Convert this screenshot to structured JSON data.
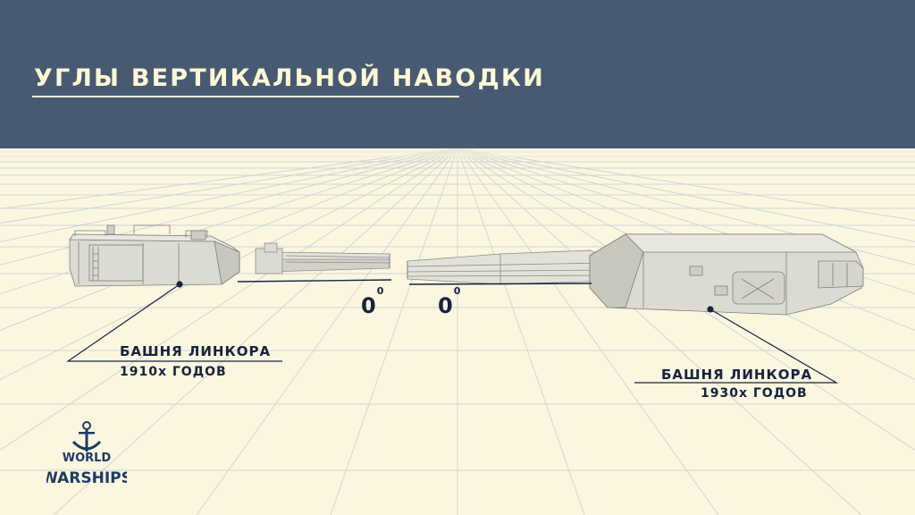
{
  "header": {
    "title": "УГЛЫ ВЕРТИКАЛЬНОЙ НАВОДКИ",
    "background_color": "#475a72",
    "title_color": "#fff7d6"
  },
  "turret_left": {
    "label_line1": "БАШНЯ ЛИНКОРА",
    "label_line2": "1910х ГОДОВ",
    "angle_value": "0",
    "angle_unit": "0"
  },
  "turret_right": {
    "label_line1": "БАШНЯ ЛИНКОРА",
    "label_line2": "1930х ГОДОВ",
    "angle_value": "0",
    "angle_unit": "0"
  },
  "logo": {
    "line1": "WORLD",
    "line2": "WARSHIPS",
    "icon": "anchor-icon"
  },
  "colors": {
    "floor": "#fbf6df",
    "grid": "#cfd4d4",
    "label_text": "#15233f",
    "turret_fill": "#dad9cf"
  }
}
